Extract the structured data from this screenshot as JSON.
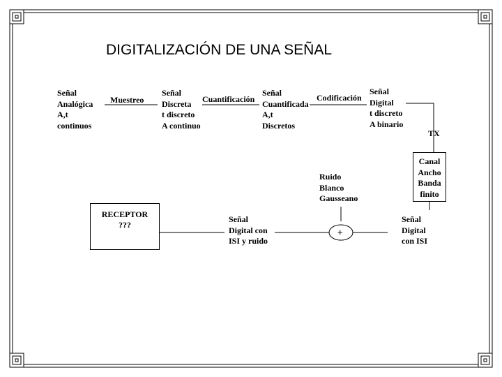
{
  "title": "DIGITALIZACIÓN DE UNA SEÑAL",
  "blocks": {
    "analog": [
      "Señal",
      "Analógica",
      "A,t",
      "continuos"
    ],
    "discrete": [
      "Señal",
      "Discreta",
      "t discreto",
      "A continuo"
    ],
    "quantized": [
      "Señal",
      "Cuantificada",
      "A,t",
      "Discretos"
    ],
    "digital": [
      "Señal",
      "Digital",
      "t discreto",
      "A binario"
    ],
    "noise": [
      "Ruido",
      "Blanco",
      "Gausseano"
    ],
    "digital_isi": [
      "Señal",
      "Digital",
      "con ISI"
    ],
    "digital_isi_noise": [
      "Señal",
      "Digital con",
      "ISI y ruido"
    ]
  },
  "process_labels": {
    "sampling": "Muestreo",
    "quantization": "Cuantificación",
    "coding": "Codificación",
    "tx": "TX"
  },
  "channel_box": [
    "Canal",
    "Ancho",
    "Banda",
    "finito"
  ],
  "receptor_box": [
    "RECEPTOR",
    "???"
  ],
  "adder_symbol": "+"
}
